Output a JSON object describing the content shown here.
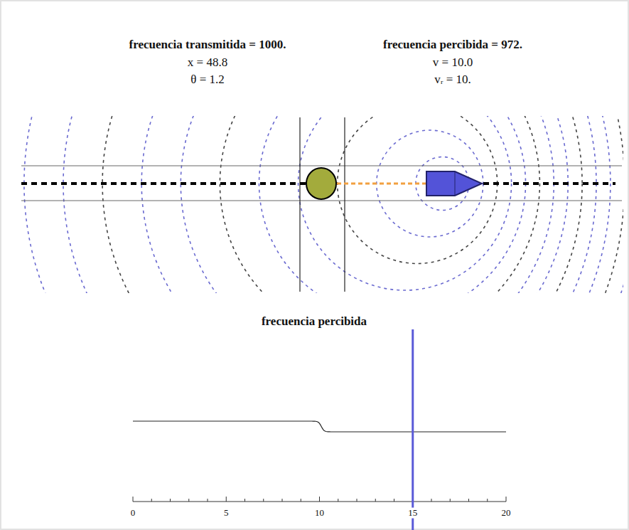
{
  "diagram": {
    "labels": [
      "frecuencia transmitida = 1000.",
      "x = 48.8",
      "θ = 1.2",
      "frecuencia percibida = 972.",
      "v = 10.0",
      "vᵣ = 10.",
      "frecuencia percibida",
      "0",
      "5",
      "10",
      "15",
      "20"
    ]
  }
}
